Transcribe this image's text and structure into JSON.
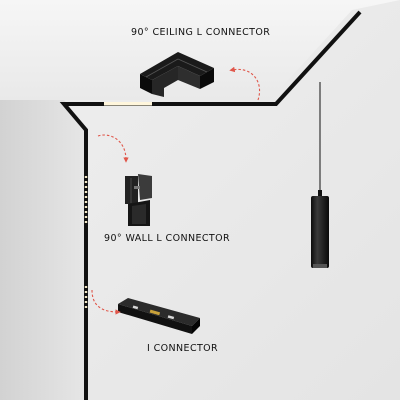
{
  "labels": {
    "ceiling_connector": "90° CEILING L CONNECTOR",
    "wall_connector": "90° WALL L CONNECTOR",
    "i_connector": "I CONNECTOR"
  },
  "icons": [
    "ceiling-l-connector-icon",
    "wall-l-connector-icon",
    "i-connector-icon",
    "pendant-light-icon",
    "curved-arrow-icon"
  ],
  "colors": {
    "background_light": "#ececec",
    "wall_shade": "#c7c7c7",
    "track": "#111111",
    "led": "#fff6dc",
    "arrow": "#e0564a"
  }
}
